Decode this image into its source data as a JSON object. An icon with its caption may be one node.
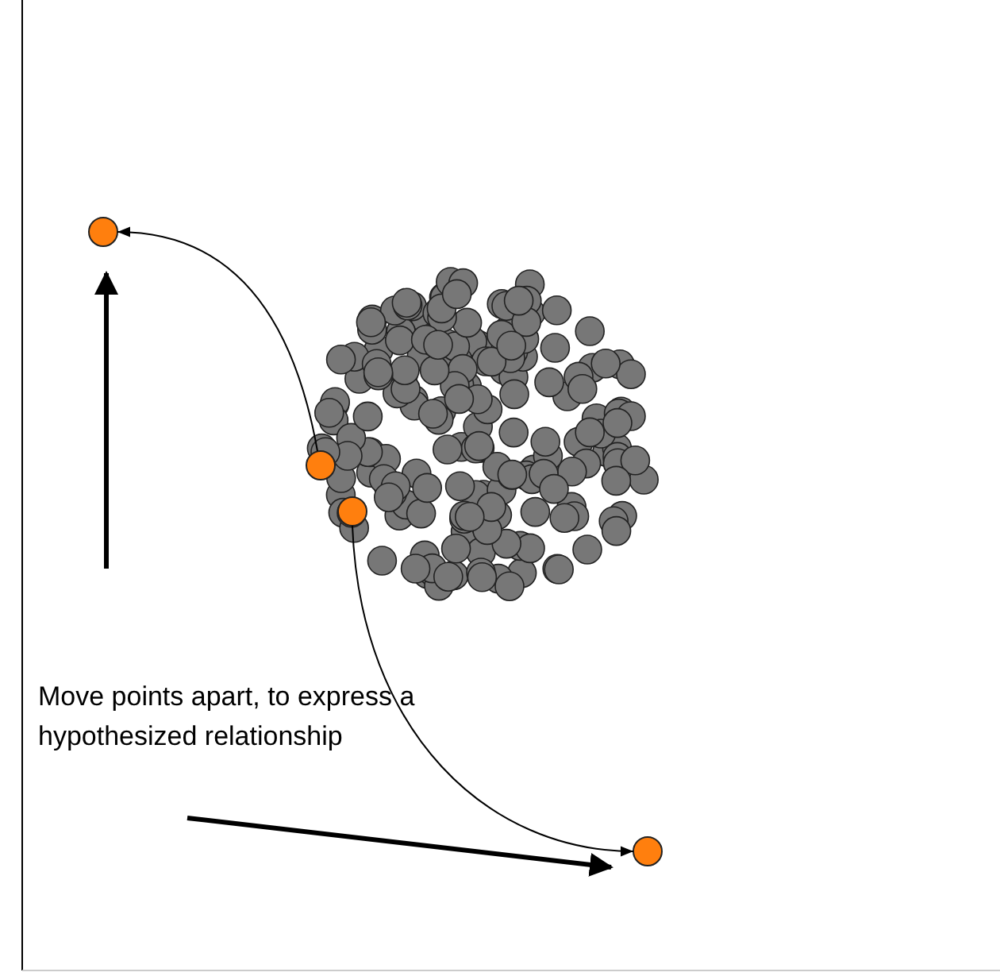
{
  "diagram": {
    "nodes": [
      {
        "text": [],
        "shape": "circle"
      },
      {
        "text": [],
        "shape": "circle"
      },
      {
        "text": [],
        "shape": "circle"
      },
      {
        "text": [],
        "shape": "circle"
      }
    ],
    "edges": [
      {
        "from": 1,
        "to": 0,
        "arrow": "to"
      },
      {
        "from": 2,
        "to": 3,
        "arrow": "to"
      }
    ],
    "labels": [
      "Move points apart, to express a hypothesized relationship"
    ]
  }
}
